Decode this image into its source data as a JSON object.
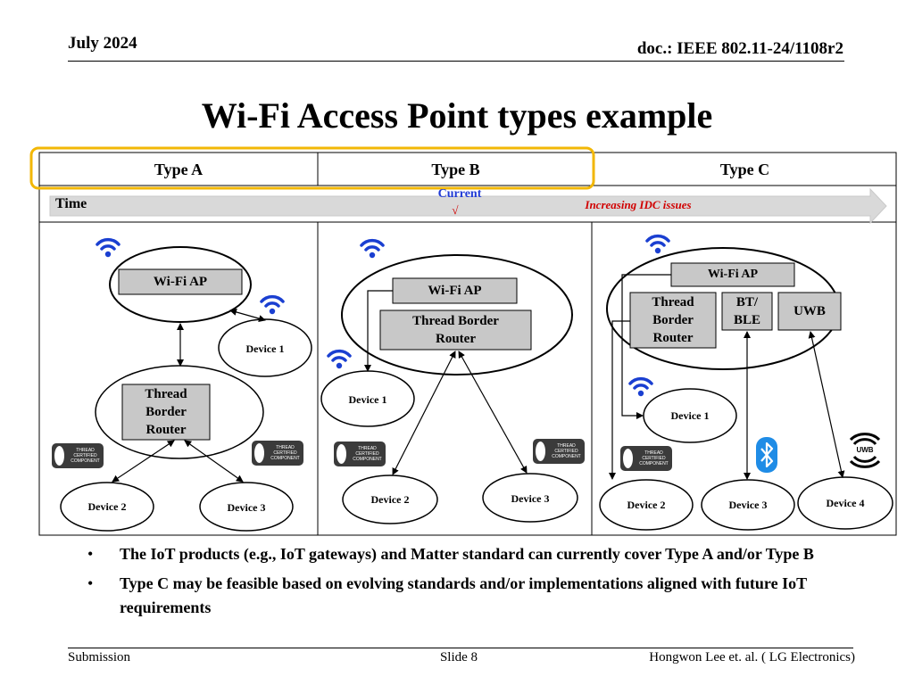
{
  "header": {
    "date": "July 2024",
    "doc": "doc.: IEEE 802.11-24/1108r2"
  },
  "title": "Wi-Fi Access Point types example",
  "columns": [
    "Type A",
    "Type B",
    "Type C"
  ],
  "timeline": {
    "time_label": "Time",
    "current_label": "Current",
    "check_mark": "√",
    "idc_label": "Increasing IDC issues"
  },
  "typeA": {
    "wifi_ap": "Wi-Fi AP",
    "thread_border_router": "Thread Border Router",
    "device1": "Device 1",
    "device2": "Device 2",
    "device3": "Device 3"
  },
  "typeB": {
    "wifi_ap": "Wi-Fi AP",
    "thread_border_router": "Thread Border Router",
    "device1": "Device 1",
    "device2": "Device 2",
    "device3": "Device 3"
  },
  "typeC": {
    "wifi_ap": "Wi-Fi AP",
    "thread_border_router": "Thread Border Router",
    "bt_ble": "BT/ BLE",
    "uwb": "UWB",
    "uwb_icon_text": "UWB",
    "device1": "Device 1",
    "device2": "Device 2",
    "device3": "Device 3",
    "device4": "Device 4"
  },
  "badge_text": "THREAD CERTIFIED COMPONENT",
  "bullets": [
    "The IoT products (e.g., IoT gateways) and Matter standard can currently cover Type A and/or Type B",
    "Type C may be feasible based on evolving standards and/or implementations aligned with future IoT requirements"
  ],
  "footer": {
    "left": "Submission",
    "center": "Slide 8",
    "right": "Hongwon Lee et. al. ( LG Electronics)"
  },
  "colors": {
    "wifi_icon": "#1a3fd1",
    "box_fill": "#c8c8c8",
    "highlight_border": "#f2b705",
    "timeline_arrow": "#d9d9d9",
    "accent_red": "#d10000",
    "current_blue": "#1f3ad6",
    "badge_bg": "#3b3b3b",
    "bluetooth_blue": "#1f8ce6"
  },
  "icons": [
    "wifi-icon",
    "thread-certified-badge",
    "bluetooth-icon",
    "uwb-icon"
  ]
}
